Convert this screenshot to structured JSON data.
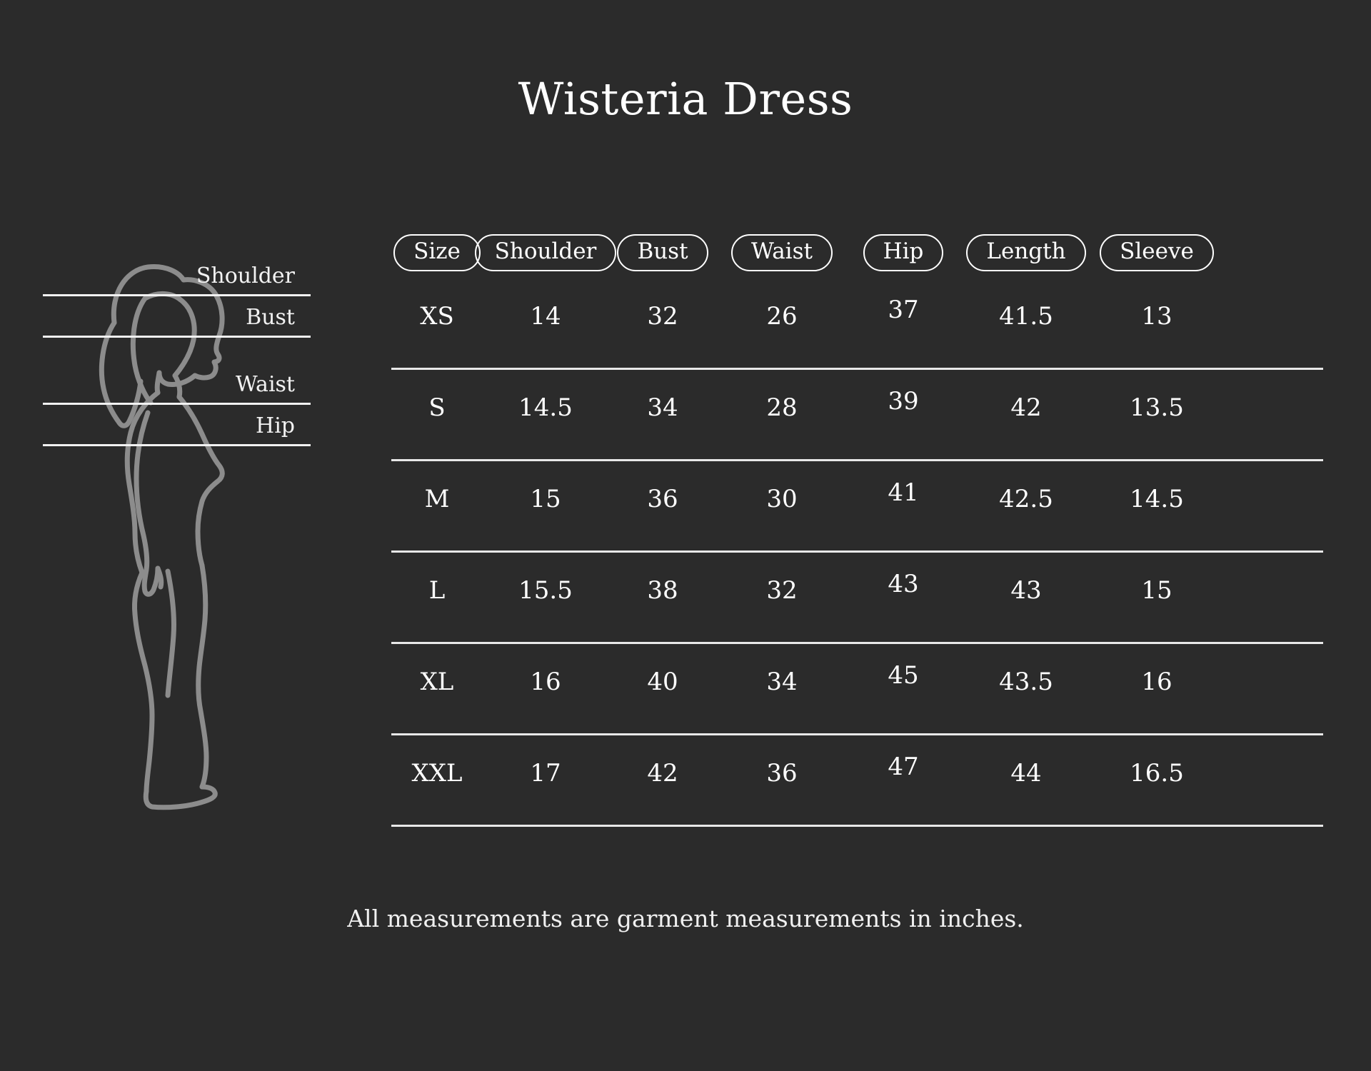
{
  "title": "Wisteria Dress",
  "footnote": "All measurements are garment measurements in inches.",
  "colors": {
    "background": "#2b2b2b",
    "text": "#ffffff",
    "rule": "#e8e8e8",
    "figure_outline": "#8c8c8c",
    "measure_line": "#f2f2f2"
  },
  "diagram": {
    "labels": [
      {
        "text": "Shoulder"
      },
      {
        "text": "Bust"
      },
      {
        "text": "Waist"
      },
      {
        "text": "Hip"
      }
    ]
  },
  "table": {
    "headers": [
      "Size",
      "Shoulder",
      "Bust",
      "Waist",
      "Hip",
      "Length",
      "Sleeve"
    ],
    "rows": [
      {
        "size": "XS",
        "shoulder": "14",
        "bust": "32",
        "waist": "26",
        "hip": "37",
        "length": "41.5",
        "sleeve": "13"
      },
      {
        "size": "S",
        "shoulder": "14.5",
        "bust": "34",
        "waist": "28",
        "hip": "39",
        "length": "42",
        "sleeve": "13.5"
      },
      {
        "size": "M",
        "shoulder": "15",
        "bust": "36",
        "waist": "30",
        "hip": "41",
        "length": "42.5",
        "sleeve": "14.5"
      },
      {
        "size": "L",
        "shoulder": "15.5",
        "bust": "38",
        "waist": "32",
        "hip": "43",
        "length": "43",
        "sleeve": "15"
      },
      {
        "size": "XL",
        "shoulder": "16",
        "bust": "40",
        "waist": "34",
        "hip": "45",
        "length": "43.5",
        "sleeve": "16"
      },
      {
        "size": "XXL",
        "shoulder": "17",
        "bust": "42",
        "waist": "36",
        "hip": "47",
        "length": "44",
        "sleeve": "16.5"
      }
    ]
  },
  "chart_data": {
    "type": "table",
    "title": "Wisteria Dress",
    "subtitle": "All measurements are garment measurements in inches.",
    "unit": "inches",
    "categories": [
      "XS",
      "S",
      "M",
      "L",
      "XL",
      "XXL"
    ],
    "columns": [
      "Size",
      "Shoulder",
      "Bust",
      "Waist",
      "Hip",
      "Length",
      "Sleeve"
    ],
    "series": [
      {
        "name": "Shoulder",
        "values": [
          14,
          14.5,
          15,
          15.5,
          16,
          17
        ]
      },
      {
        "name": "Bust",
        "values": [
          32,
          34,
          36,
          38,
          40,
          42
        ]
      },
      {
        "name": "Waist",
        "values": [
          26,
          28,
          30,
          32,
          34,
          36
        ]
      },
      {
        "name": "Hip",
        "values": [
          37,
          39,
          41,
          43,
          45,
          47
        ]
      },
      {
        "name": "Length",
        "values": [
          41.5,
          42,
          42.5,
          43,
          43.5,
          44
        ]
      },
      {
        "name": "Sleeve",
        "values": [
          13,
          13.5,
          14.5,
          15,
          16,
          16.5
        ]
      }
    ]
  }
}
